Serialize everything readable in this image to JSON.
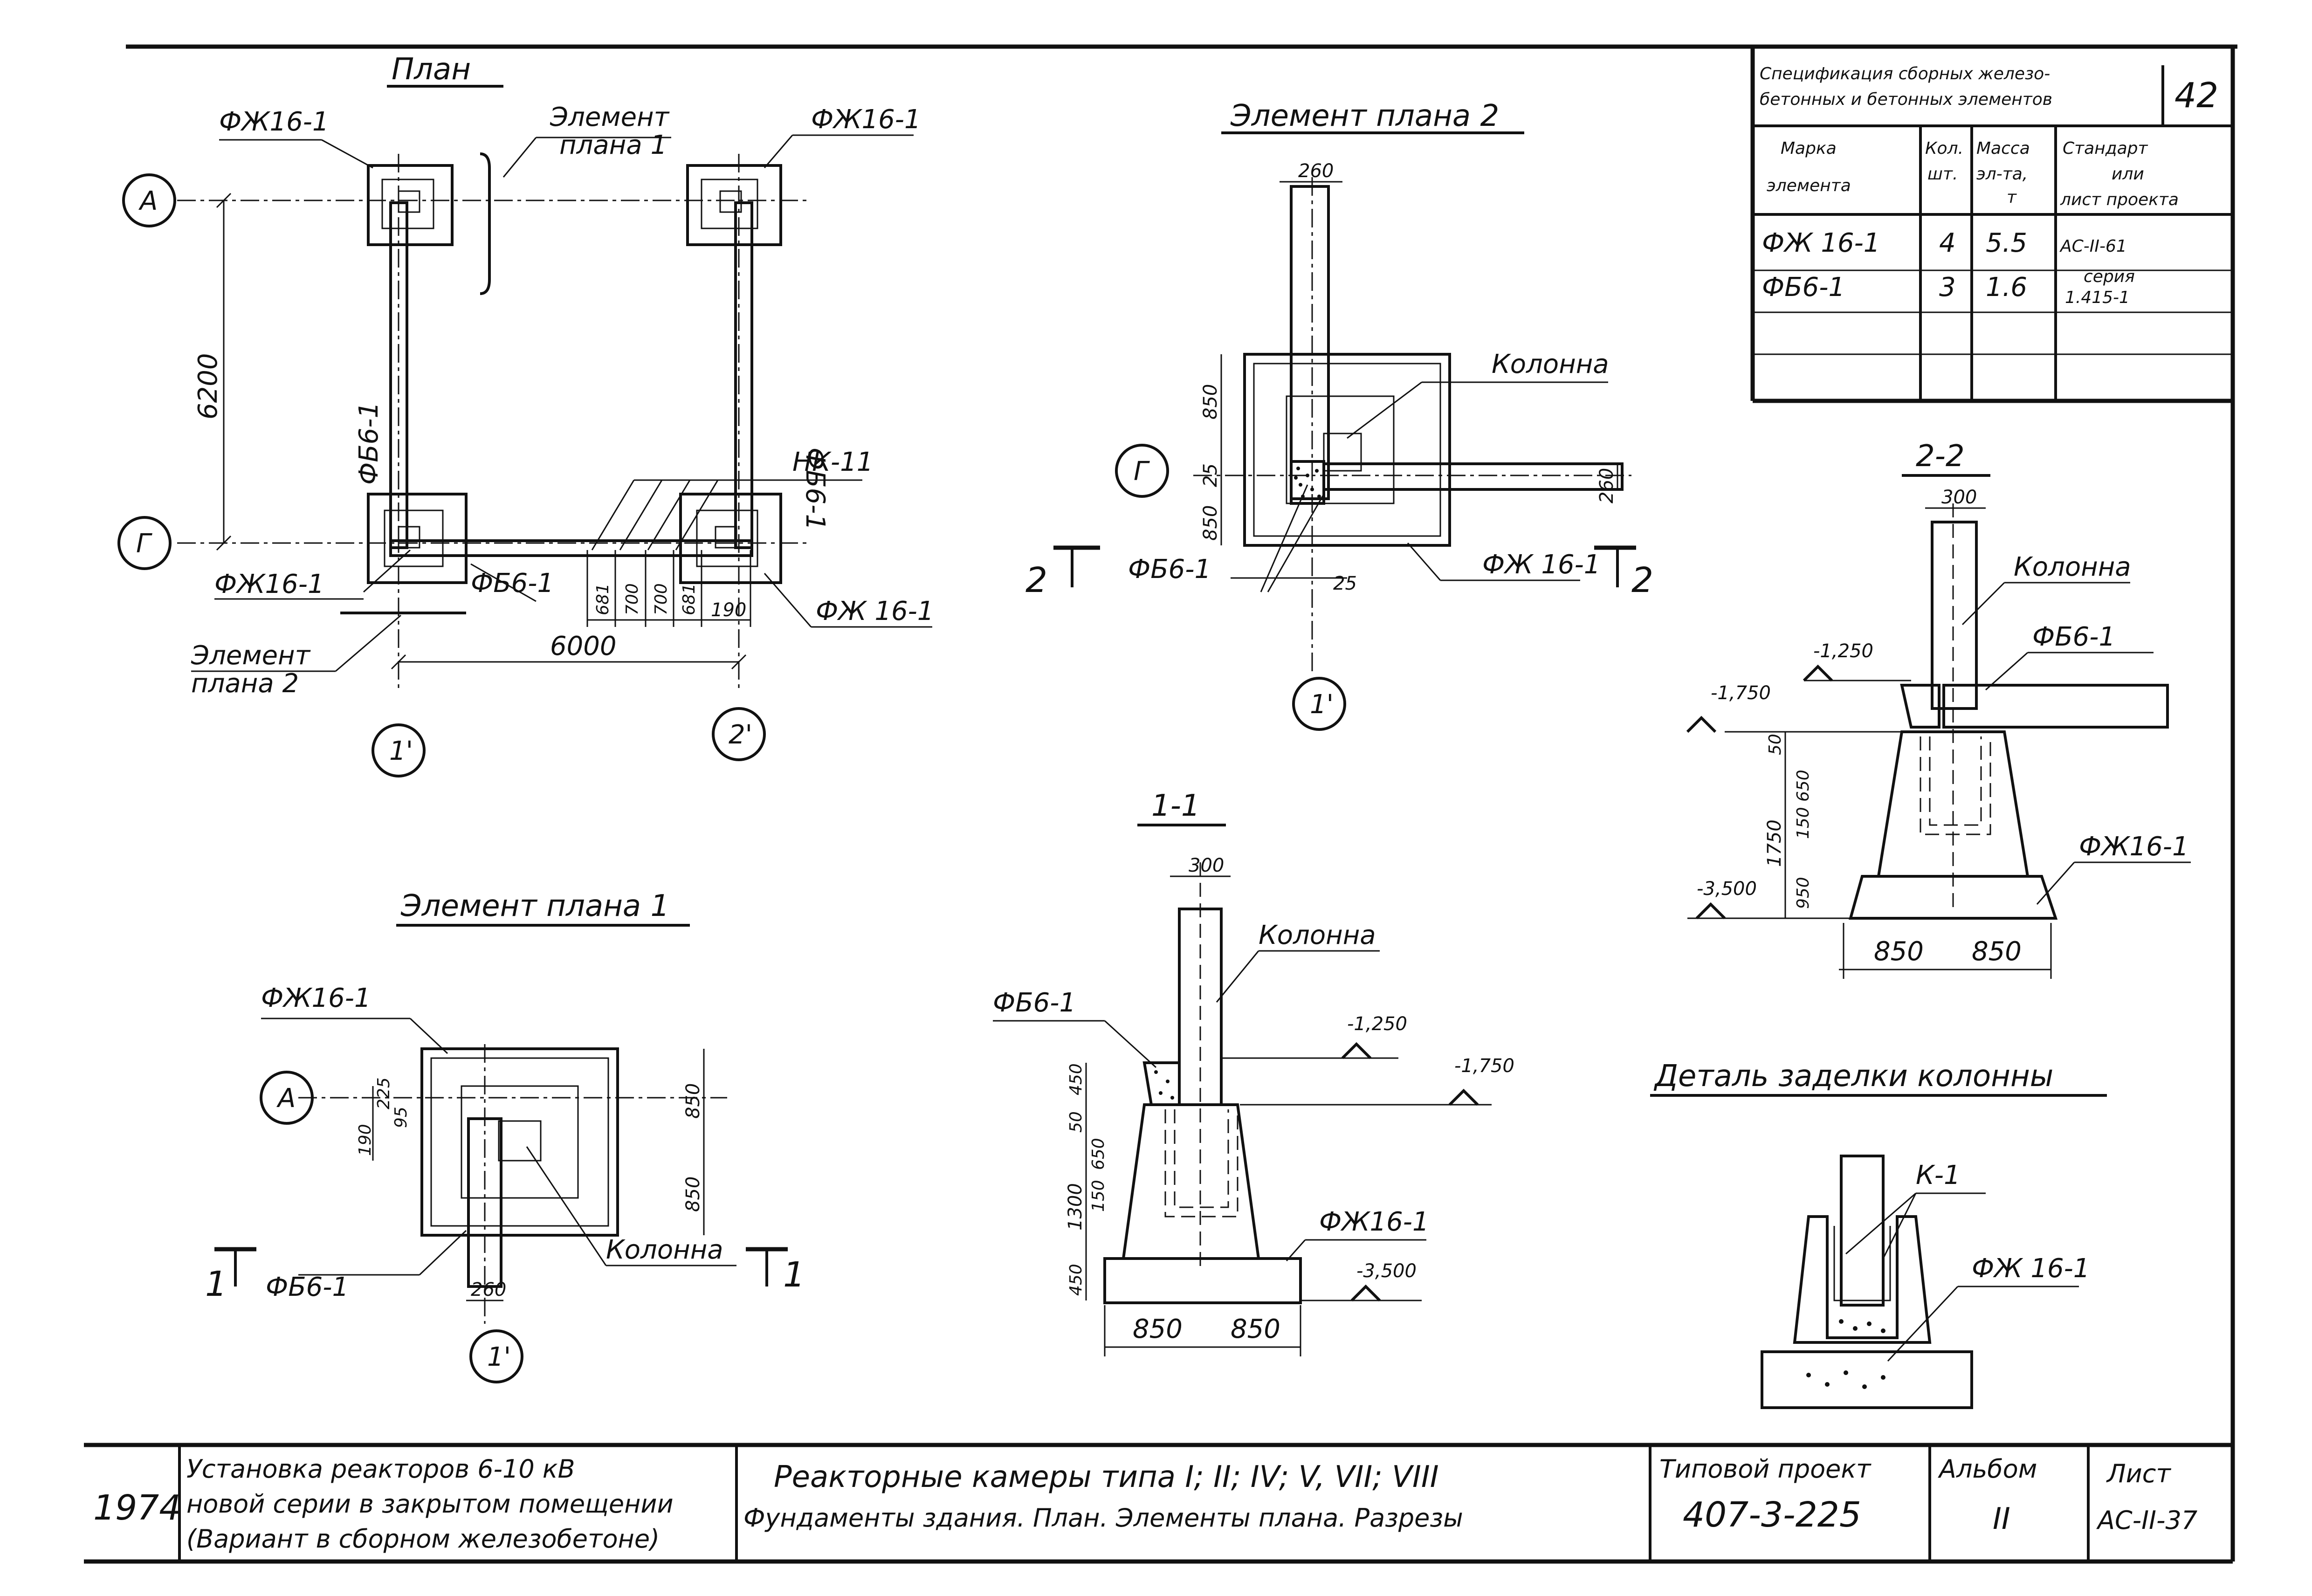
{
  "plan": {
    "title": "План",
    "labels": {
      "fzh_tl": "ФЖ16-1",
      "fzh_tr": "ФЖ16-1",
      "fzh_bl": "ФЖ16-1",
      "fzh_br": "ФЖ 16-1",
      "fb_left": "ФБ6-1",
      "fb_right": "ФБ6-1",
      "fb_bottom": "ФБ6-1",
      "nk": "НК-11",
      "elem1_l1": "Элемент",
      "elem1_l2": "плана 1",
      "elem2_l1": "Элемент",
      "elem2_l2": "плана 2"
    },
    "dims": {
      "vertical": "6200",
      "horizontal": "6000",
      "d1": "681",
      "d2": "700",
      "d3": "700",
      "d4": "681",
      "d5": "190"
    },
    "axes": {
      "a": "А",
      "g": "Г",
      "one": "1'",
      "two": "2'"
    }
  },
  "element2": {
    "title": "Элемент плана 2",
    "dims": {
      "top": "260",
      "v1": "850",
      "v2": "25",
      "v3": "850",
      "right": "260",
      "bottom": "25"
    },
    "labels": {
      "column": "Колонна",
      "fb": "ФБ6-1",
      "fzh": "ФЖ 16-1"
    },
    "axes": {
      "g": "Г",
      "one": "1'"
    },
    "section": "2"
  },
  "element1": {
    "title": "Элемент плана 1",
    "dims": {
      "r1": "850",
      "r2": "850",
      "l1": "225",
      "l2": "95",
      "l3": "190",
      "bottom": "260"
    },
    "labels": {
      "fzh": "ФЖ16-1",
      "fb": "ФБ6-1",
      "column": "Колонна"
    },
    "axes": {
      "a": "А",
      "one": "1'"
    },
    "section": "1"
  },
  "section11": {
    "title": "1-1",
    "dims": {
      "top": "300",
      "v1": "450",
      "v2": "50",
      "v3": "650",
      "v4": "150",
      "v5": "1300",
      "v6": "450",
      "b1": "850",
      "b2": "850"
    },
    "levels": {
      "l1": "-1,250",
      "l2": "-1,750",
      "l3": "-3,500"
    },
    "labels": {
      "column": "Колонна",
      "fb": "ФБ6-1",
      "fzh": "ФЖ16-1"
    }
  },
  "section22": {
    "title": "2-2",
    "dims": {
      "top": "300",
      "v1": "50",
      "v2": "650",
      "v3": "150",
      "v4": "1750",
      "v5": "950",
      "b1": "850",
      "b2": "850"
    },
    "levels": {
      "l1": "-1,250",
      "l2": "-1,750",
      "l3": "-3,500"
    },
    "labels": {
      "column": "Колонна",
      "fb": "ФБ6-1",
      "fzh": "ФЖ16-1"
    }
  },
  "detail": {
    "title": "Деталь заделки колонны",
    "labels": {
      "k": "К-1",
      "fzh": "ФЖ 16-1"
    }
  },
  "spec": {
    "title_l1": "Спецификация сборных железо-",
    "title_l2": "бетонных и бетонных элементов",
    "sheet_no": "42",
    "headers": {
      "mark_l1": "Марка",
      "mark_l2": "элемента",
      "qty_l1": "Кол.",
      "qty_l2": "шт.",
      "mass_l1": "Масса",
      "mass_l2": "эл-та,",
      "mass_l3": "т",
      "std_l1": "Стандарт",
      "std_l2": "или",
      "std_l3": "лист проекта"
    },
    "rows": [
      {
        "mark": "ФЖ 16-1",
        "qty": "4",
        "mass": "5.5",
        "std_l1": "АС-II-61",
        "std_l2": ""
      },
      {
        "mark": "ФБ6-1",
        "qty": "3",
        "mass": "1.6",
        "std_l1": "серия",
        "std_l2": "1.415-1"
      }
    ]
  },
  "titleblock": {
    "year": "1974",
    "left_l1": "Установка реакторов 6-10 кВ",
    "left_l2": "новой серии в закрытом помещении",
    "left_l3": "(Вариант в сборном железобетоне)",
    "mid_l1": "Реакторные камеры   типа        I; II; IV; V, VII; VIII",
    "mid_l2": "Фундаменты здания. План. Элементы плана. Разрезы",
    "proj_label": "Типовой проект",
    "proj_value": "407-3-225",
    "album_label": "Альбом",
    "album_value": "II",
    "sheet_label": "Лист",
    "sheet_value": "АС-II-37"
  }
}
